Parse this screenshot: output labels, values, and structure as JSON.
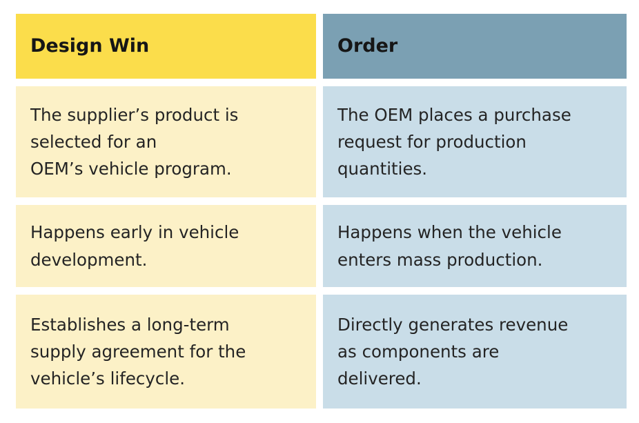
{
  "title": "Design Win vs Order comparison table",
  "colors": {
    "background": "#FFFFFF",
    "header_yellow": "#FBDD4B",
    "cell_yellow": "#FCF1C7",
    "header_blue": "#7BA0B3",
    "cell_blue": "#C9DDE8",
    "header_text": "#161616",
    "body_text": "#242424"
  },
  "table": {
    "columns": [
      {
        "header": "Design Win",
        "cells": [
          [
            "The supplier’s product is",
            "selected for an",
            "OEM’s vehicle program."
          ],
          [
            "Happens early in vehicle",
            "development."
          ],
          [
            "Establishes a long-term",
            "supply agreement for the",
            "vehicle’s lifecycle."
          ]
        ]
      },
      {
        "header": "Order",
        "cells": [
          [
            "The OEM places a purchase",
            "request for production",
            "quantities."
          ],
          [
            "Happens when the vehicle",
            "enters mass production."
          ],
          [
            "Directly generates revenue",
            "as components are",
            "delivered."
          ]
        ]
      }
    ]
  }
}
